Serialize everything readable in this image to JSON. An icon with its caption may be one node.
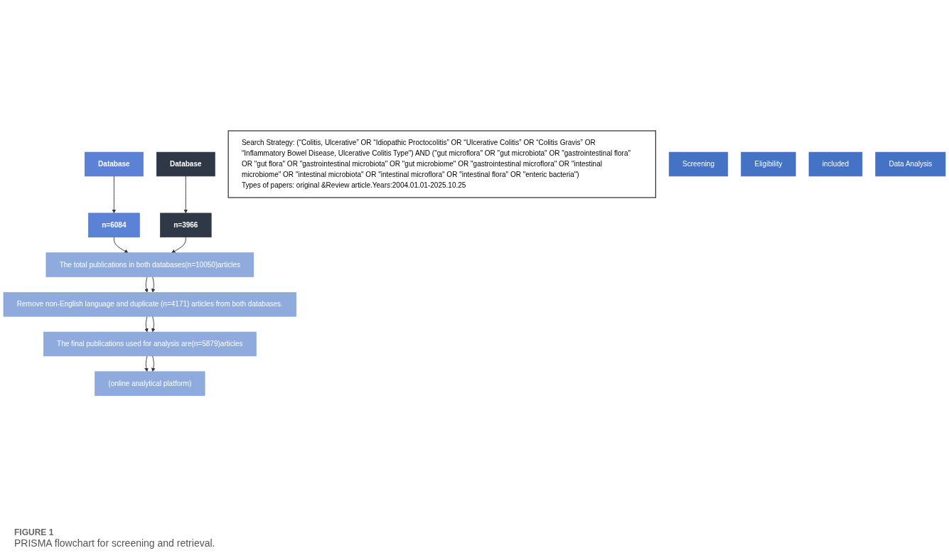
{
  "diagram": {
    "caption": "PRISMA flowchart for screening and retrieval.",
    "nodes": [
      {
        "text": [
          "Database"
        ]
      },
      {
        "text": [
          "Database"
        ]
      },
      {
        "text": [
          "Search Strategy: (“Colitis, Ulcerative” OR “Idiopathic Proctocolitis” OR “Ulcerative Colitis” OR “Colitis Gravis” OR “Inflammatory Bowel Disease, Ulcerative Colitis Type\") AND (\"gut microflora\" OR \"gut microbiota\" OR \"gastrointestinal flora\" OR \"gut flora\" OR \"gastrointestinal microbiota\" OR \"gut microbiome\" OR \"gastrointestinal microflora\" OR \"intestinal microbiome\" OR \"intestinal microbiota\" OR \"intestinal microflora\" OR \"intestinal flora\" OR \"enteric bacteria\")",
          "Types of papers: original &Review article.Years:2004.01.01-2025.10.25"
        ]
      },
      {
        "text": [
          "n=6084"
        ]
      },
      {
        "text": [
          "n=3966"
        ]
      },
      {
        "text": [
          "The total publications in both databases(n=10050)articles"
        ]
      },
      {
        "text": [
          "Remove non-English language  and duplicate   (n=4171)  articles from both databases."
        ]
      },
      {
        "text": [
          "The final publications used for analysis are(n=5879)articles"
        ]
      },
      {
        "text": [
          "(online analytical platform)"
        ]
      },
      {
        "text": [
          "Screening"
        ]
      },
      {
        "text": [
          "Eligibility"
        ]
      },
      {
        "text": [
          "included"
        ]
      },
      {
        "text": [
          "Data Analysis"
        ]
      }
    ],
    "edges": [
      {
        "from": 0,
        "to": 3,
        "arrow": "to"
      },
      {
        "from": 1,
        "to": 4,
        "arrow": "to"
      },
      {
        "from": 3,
        "to": 5,
        "arrow": "to"
      },
      {
        "from": 4,
        "to": 5,
        "arrow": "to"
      },
      {
        "from": 5,
        "to": 6,
        "arrow": "to"
      },
      {
        "from": 5,
        "to": 6,
        "arrow": "to"
      },
      {
        "from": 6,
        "to": 7,
        "arrow": "to"
      },
      {
        "from": 6,
        "to": 7,
        "arrow": "to"
      },
      {
        "from": 7,
        "to": 8,
        "arrow": "to"
      },
      {
        "from": 7,
        "to": 8,
        "arrow": "to"
      }
    ],
    "labels": [
      "FIGURE 1"
    ]
  }
}
